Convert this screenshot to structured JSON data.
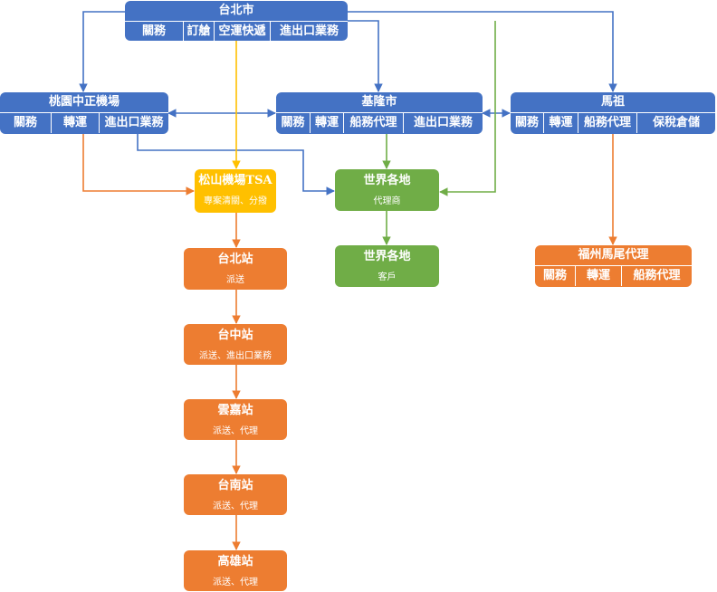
{
  "colors": {
    "blue": "#4472c4",
    "orange": "#ed7d31",
    "green": "#70ad47",
    "yellow": "#ffc000"
  },
  "taipei": {
    "title": "台北市",
    "items": [
      "關務",
      "訂艙",
      "空運快遞",
      "進出口業務"
    ]
  },
  "taoyuan": {
    "title": "桃園中正機場",
    "items": [
      "關務",
      "轉運",
      "進出口業務"
    ]
  },
  "keelung": {
    "title": "基隆市",
    "items": [
      "關務",
      "轉運",
      "船務代理",
      "進出口業務"
    ]
  },
  "mazu": {
    "title": "馬祖",
    "items": [
      "關務",
      "轉運",
      "船務代理",
      "保稅倉儲"
    ]
  },
  "songshan": {
    "title": "松山機場TSA",
    "sub": "專案清關、分撥"
  },
  "world_agent": {
    "title": "世界各地",
    "sub": "代理商"
  },
  "world_customer": {
    "title": "世界各地",
    "sub": "客戶"
  },
  "fuzhou": {
    "title": "福州馬尾代理",
    "items": [
      "關務",
      "轉運",
      "船務代理"
    ]
  },
  "stations": [
    {
      "title": "台北站",
      "sub": "派送"
    },
    {
      "title": "台中站",
      "sub": "派送、進出口業務"
    },
    {
      "title": "雲嘉站",
      "sub": "派送、代理"
    },
    {
      "title": "台南站",
      "sub": "派送、代理"
    },
    {
      "title": "高雄站",
      "sub": "派送、代理"
    }
  ]
}
